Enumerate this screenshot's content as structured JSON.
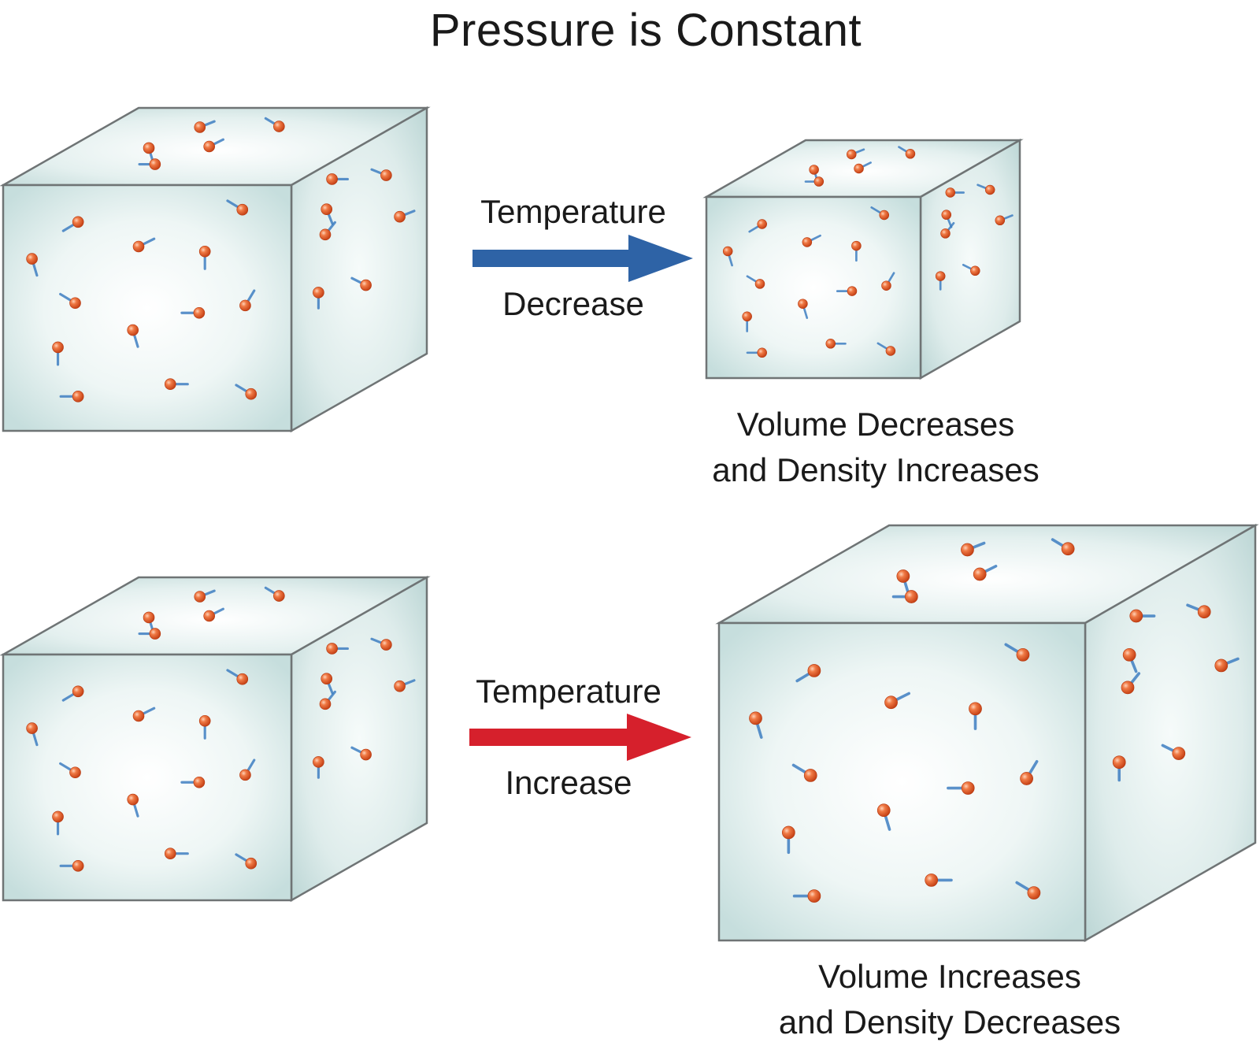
{
  "title": "Pressure is Constant",
  "rows": [
    {
      "arrow_top_label": "Temperature",
      "arrow_bottom_label": "Decrease",
      "arrow_color": "#2e63a6",
      "caption_line1": "Volume Decreases",
      "caption_line2": "and Density Increases"
    },
    {
      "arrow_top_label": "Temperature",
      "arrow_bottom_label": "Increase",
      "arrow_color": "#d6202c",
      "caption_line1": "Volume Increases",
      "caption_line2": "and Density Decreases"
    }
  ],
  "colors": {
    "box_edge": "#6f7475",
    "box_face": "#d9ebea",
    "molecule": "#e4612e",
    "molecule_tail": "#3f7fc2"
  }
}
